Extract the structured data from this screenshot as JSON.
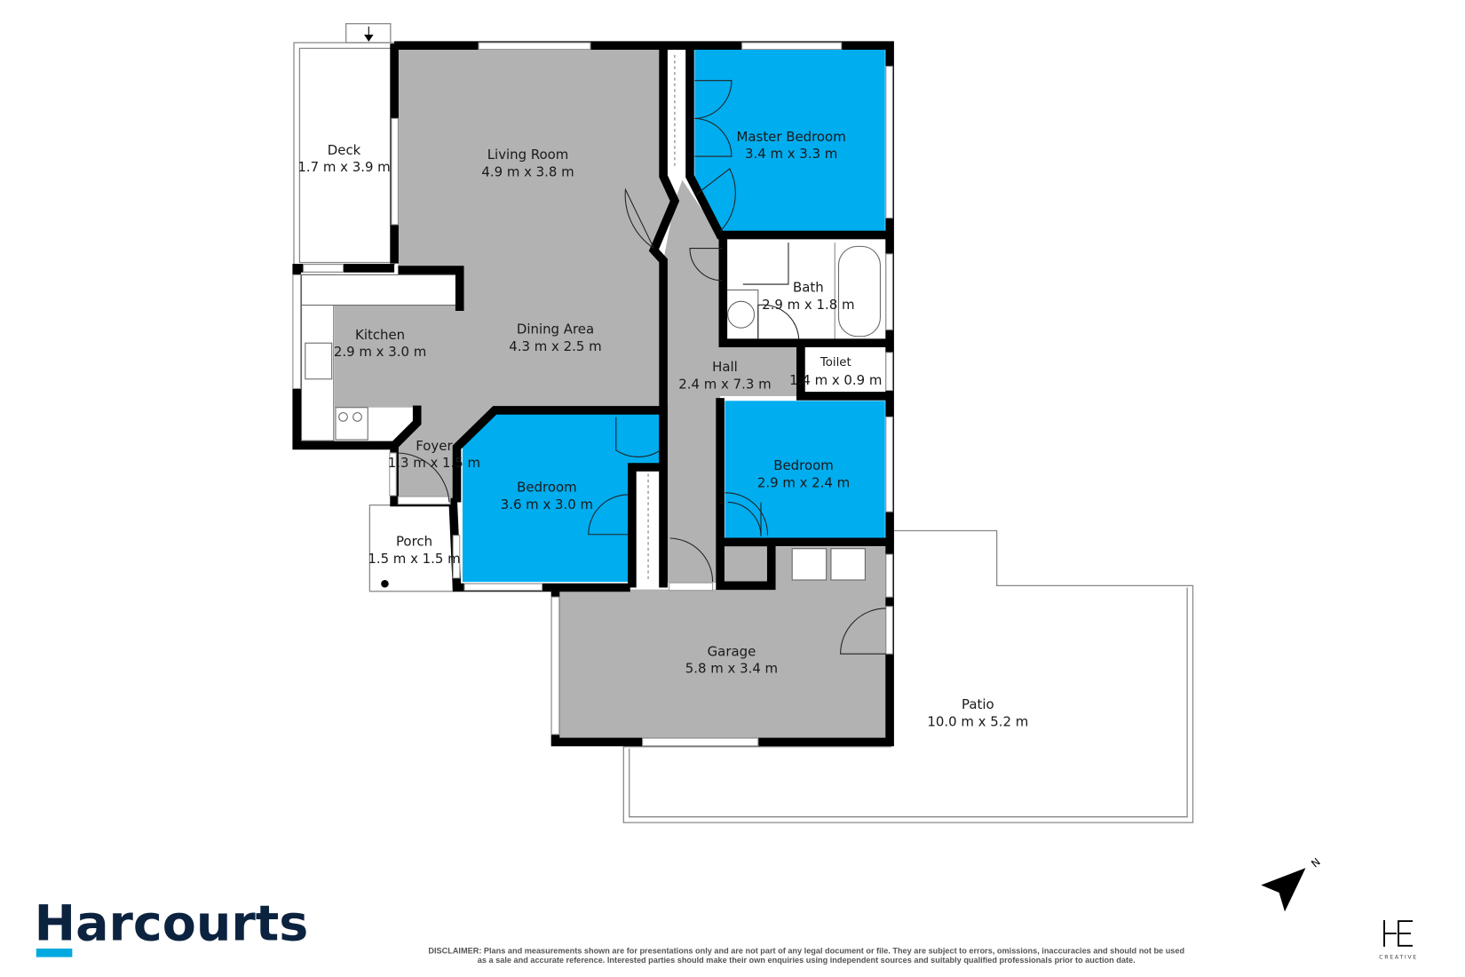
{
  "colors": {
    "bedroom_fill": "#00adef",
    "living_fill": "#b2b2b2",
    "wet_area_fill": "#ffffff",
    "wall": "#000000",
    "brand_navy": "#0c2340",
    "brand_blue": "#00a9e0"
  },
  "rooms": {
    "deck": {
      "name": "Deck",
      "size": "1.7 m x 3.9 m"
    },
    "living": {
      "name": "Living Room",
      "size": "4.9 m x 3.8 m"
    },
    "master": {
      "name": "Master Bedroom",
      "size": "3.4 m x 3.3 m"
    },
    "bath": {
      "name": "Bath",
      "size": "2.9 m x 1.8 m"
    },
    "kitchen": {
      "name": "Kitchen",
      "size": "2.9 m x 3.0 m"
    },
    "dining": {
      "name": "Dining Area",
      "size": "4.3 m x 2.5 m"
    },
    "hall": {
      "name": "Hall",
      "size": "2.4 m x 7.3 m"
    },
    "toilet": {
      "name": "Toilet",
      "size": "1.4 m x 0.9 m"
    },
    "foyer": {
      "name": "Foyer",
      "size": "1.3 m x 1.5 m"
    },
    "bedroom1": {
      "name": "Bedroom",
      "size": "3.6 m x 3.0 m"
    },
    "bedroom2": {
      "name": "Bedroom",
      "size": "2.9 m x 2.4 m"
    },
    "porch": {
      "name": "Porch",
      "size": "1.5 m x 1.5 m"
    },
    "garage": {
      "name": "Garage",
      "size": "5.8 m x 3.4 m"
    },
    "patio": {
      "name": "Patio",
      "size": "10.0 m x 5.2 m"
    }
  },
  "compass": {
    "icon": "north-arrow-icon",
    "label": "N"
  },
  "brand": {
    "name": "Harcourts"
  },
  "credit": {
    "logo_text": "HE",
    "sub": "CREATIVE"
  },
  "disclaimer": {
    "line1": "DISCLAIMER: Plans and measurements shown are for presentations only and are not part of any legal document or file. They are subject to errors, omissions, inaccuracies and should not be used",
    "line2": "as a sale and accurate reference. Interested parties should make their own enquiries using independent sources and suitably qualified professionals prior to auction date."
  }
}
